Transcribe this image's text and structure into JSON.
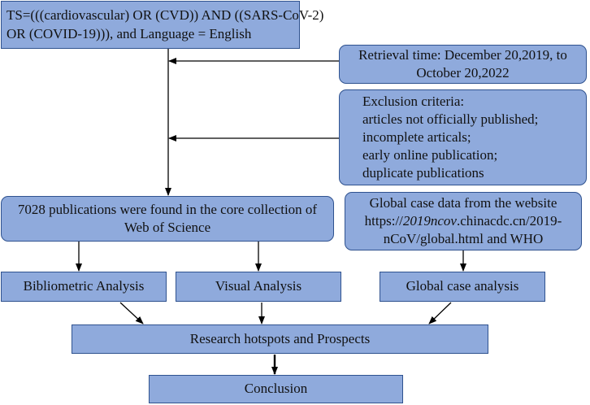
{
  "colors": {
    "box_fill": "#8faadc",
    "box_border": "#2f528f",
    "arrow": "#000000"
  },
  "boxes": {
    "search": {
      "lines": [
        "TS=(((cardiovascular) OR (CVD)) AND ((SARS-CoV-2)",
        "OR (COVID-19))), and Language = English"
      ]
    },
    "retrieval": {
      "lines": [
        "Retrieval time: December  20,2019, to",
        "October  20,2022"
      ]
    },
    "exclusion": {
      "lines": [
        "Exclusion criteria:",
        "articles not officially published;",
        "incomplete articals;",
        "early online publication;",
        "duplicate publications"
      ]
    },
    "publications": {
      "lines": [
        "7028 publications were found in the core collection of",
        "Web of  Science"
      ]
    },
    "global_data": {
      "line1": "Global case data from the website",
      "line2_pre": "https://",
      "line2_italic": "2019ncov",
      "line2_post": ".chinacdc.cn/2019-",
      "line3": "nCoV/global.html  and WHO"
    },
    "bibliometric": {
      "label": "Bibliometric Analysis"
    },
    "visual": {
      "label": "Visual Analysis"
    },
    "global_analysis": {
      "label": "Global case analysis"
    },
    "hotspots": {
      "label": "Research hotspots and Prospects"
    },
    "conclusion": {
      "label": "Conclusion"
    }
  }
}
